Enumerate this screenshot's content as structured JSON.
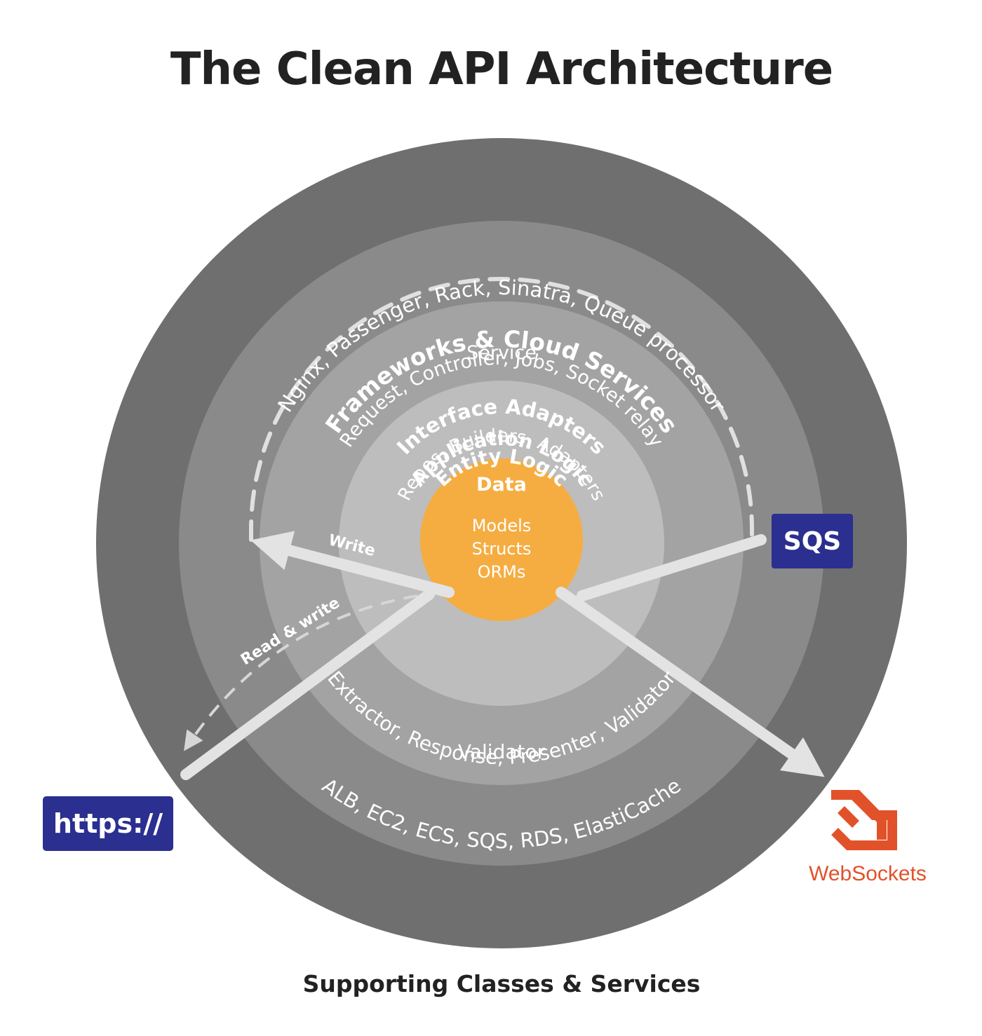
{
  "title": "The Clean API Architecture",
  "footer": "Supporting Classes & Services",
  "rings": {
    "frameworks": {
      "title": "Frameworks & Cloud Services",
      "subtitle": "Nginx, Passenger, Rack, Sinatra, Queue processor",
      "bottom": "ALB, EC2, ECS, SQS, RDS, ElastiCache"
    },
    "adapters": {
      "title": "Interface Adapters",
      "subtitle": "Request, Controller, Jobs, Socket relay",
      "bottom": "Extractor, Response, Presenter, Validator"
    },
    "application": {
      "title": "Application Logic",
      "subtitle": "Service",
      "bottom": "Validator"
    },
    "entity": {
      "title": "Entity Logic",
      "subtitle": "Repos, Builders, Adapters"
    },
    "data": {
      "title": "Data",
      "lines": [
        "Models",
        "Structs",
        "ORMs"
      ]
    }
  },
  "arrows": {
    "write": "Write",
    "read_write": "Read & write"
  },
  "badges": {
    "sqs": "SQS",
    "https": "https://",
    "websockets": "WebSockets"
  },
  "colors": {
    "ring_outer": "#6f6f6f",
    "ring_adapters": "#8a8a8a",
    "ring_application": "#a3a3a3",
    "ring_entity": "#bdbdbd",
    "core": "#f5ad42",
    "badge": "#2b2f8f",
    "websockets": "#e2522a",
    "arrow": "#e3e3e3"
  }
}
